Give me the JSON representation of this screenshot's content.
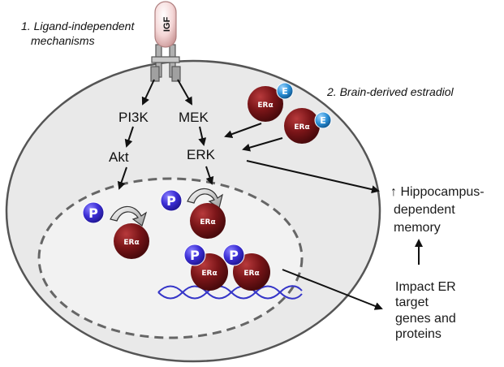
{
  "labels": {
    "ligand_line1": "1. Ligand-independent",
    "ligand_line2": "mechanisms",
    "brain_estradiol": "2. Brain-derived estradiol",
    "igf": "IGF",
    "pi3k": "PI3K",
    "akt": "Akt",
    "mek": "MEK",
    "erk": "ERK",
    "memory_line1": "↑ Hippocampus-",
    "memory_line2": "dependent",
    "memory_line3": "memory",
    "impact_line1": "Impact ER",
    "impact_line2": "target",
    "impact_line3": "genes and",
    "impact_line4": "proteins",
    "er_alpha": "ERα",
    "estradiol_e": "E",
    "phospho_p": "P"
  },
  "colors": {
    "er_red": "#7a1518",
    "phospho_blue": "#3d2fd6",
    "estradiol_blue": "#2a8fd6",
    "cell_fill": "#e8e8e8",
    "dna_blue": "#3535c8"
  }
}
